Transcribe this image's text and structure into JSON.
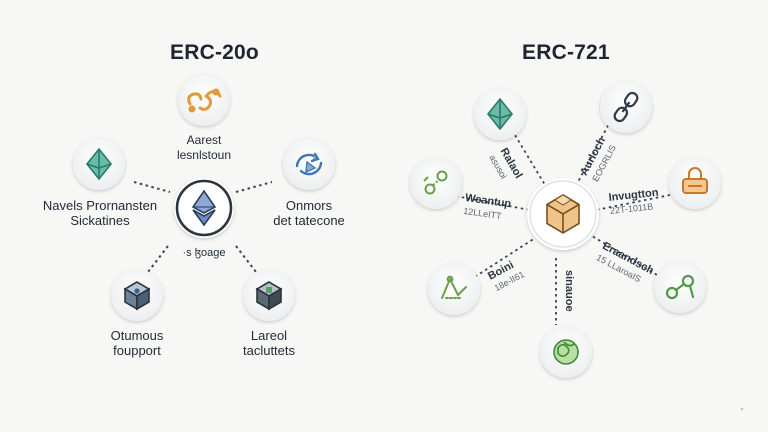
{
  "erc20": {
    "title": "ERC-20o",
    "center_icon": "ethereum-diamond-icon",
    "center_caption": "·s ɮoage",
    "nodes": [
      {
        "icon": "chain-link-icon",
        "label_lines": [
          "Aarest",
          "lesnlstoun"
        ]
      },
      {
        "icon": "diamond-icon",
        "label_lines": [
          "Navels Prornansten",
          "Sickatines"
        ]
      },
      {
        "icon": "exchange-arrow-icon",
        "label_lines": [
          "Onmors",
          "det tatecone"
        ]
      },
      {
        "icon": "cube-icon",
        "label_lines": [
          "Otumous",
          "foupport"
        ]
      },
      {
        "icon": "cube-icon",
        "label_lines": [
          "Lareol",
          "tacluttets"
        ]
      }
    ]
  },
  "erc721": {
    "title": "ERC-721",
    "center_icon": "hexagon-cube-icon",
    "nodes": [
      {
        "icon": "diamond-icon",
        "label": "Ralaol",
        "sub": "asusoi"
      },
      {
        "icon": "chain-link-icon",
        "label": "Aurloch",
        "sub": "EOGRLIS"
      },
      {
        "icon": "nodes-icon",
        "label": "Weantup",
        "sub": "12LLeITT"
      },
      {
        "icon": "padlock-icon",
        "label": "Invugtton",
        "sub": "22T-1011B"
      },
      {
        "icon": "path-icon",
        "label": "Boini",
        "sub": "18e-lI61"
      },
      {
        "icon": "link-chain-icon",
        "label": "Eraandsch",
        "sub": "15 LLaroaIS"
      },
      {
        "icon": "network-icon",
        "label": "sinauoe",
        "sub": ""
      }
    ]
  },
  "colors": {
    "eth_green": "#4a9d8f",
    "orange": "#e39a3b",
    "blue": "#4b7fb8",
    "green": "#6aa04a",
    "dark": "#2e3a46"
  }
}
